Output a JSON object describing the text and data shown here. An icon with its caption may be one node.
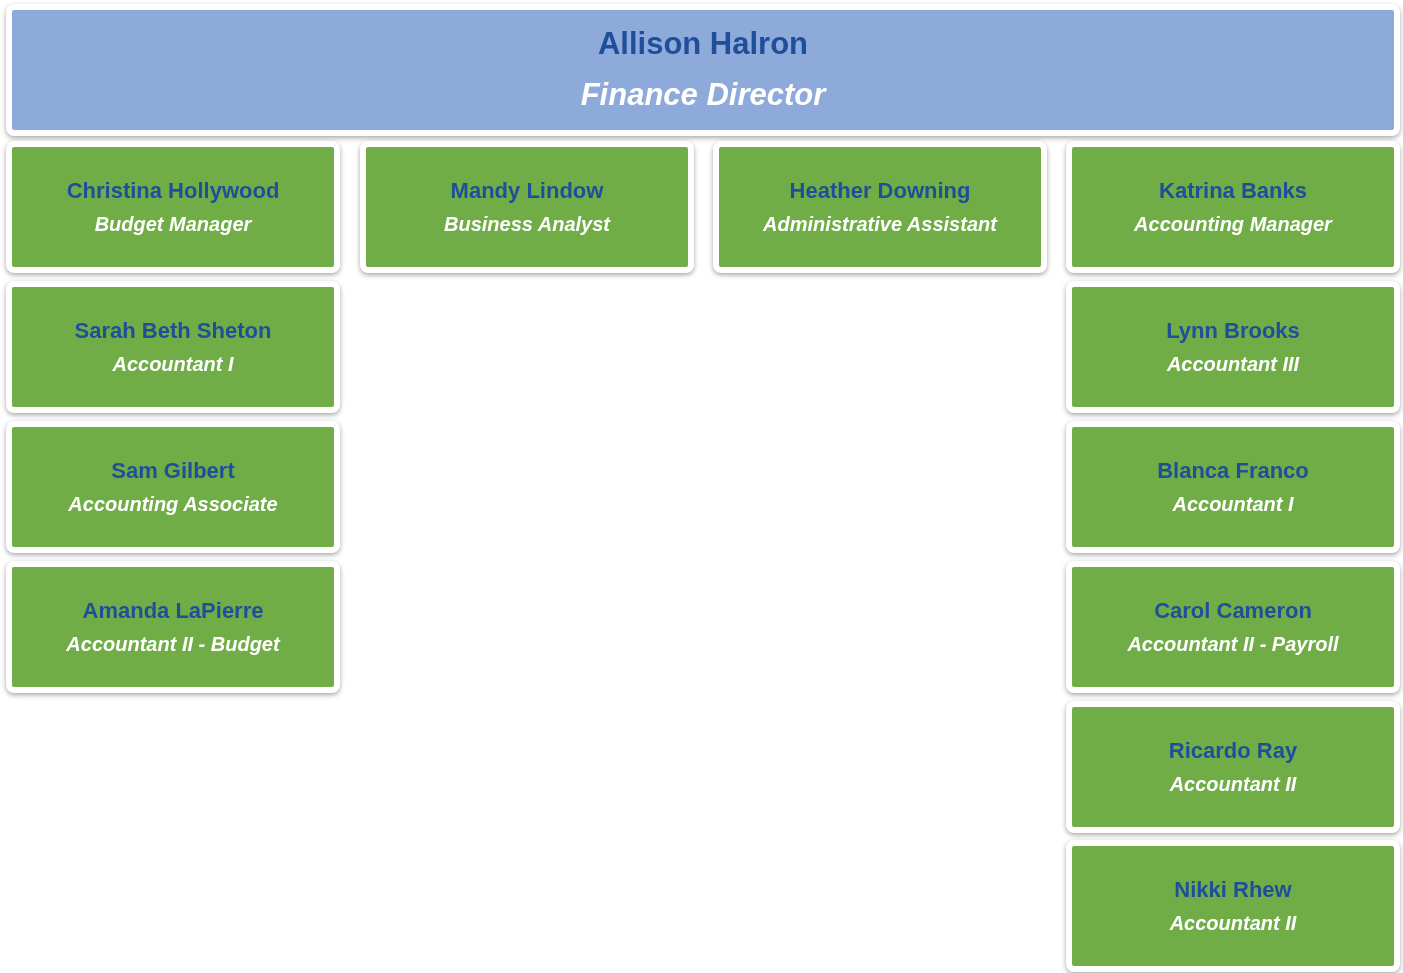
{
  "diagram": {
    "nodes": [
      {
        "text": [
          "Allison Halron",
          "Finance Director"
        ]
      },
      {
        "text": [
          "Christina Hollywood",
          "Budget Manager"
        ]
      },
      {
        "text": [
          "Mandy Lindow",
          "Business Analyst"
        ]
      },
      {
        "text": [
          "Heather Downing",
          "Administrative Assistant"
        ]
      },
      {
        "text": [
          "Katrina Banks",
          "Accounting Manager"
        ]
      },
      {
        "text": [
          "Sarah Beth Sheton",
          "Accountant I"
        ]
      },
      {
        "text": [
          "Lynn Brooks",
          "Accountant III"
        ]
      },
      {
        "text": [
          "Sam Gilbert",
          "Accounting Associate"
        ]
      },
      {
        "text": [
          "Blanca Franco",
          "Accountant I"
        ]
      },
      {
        "text": [
          "Amanda LaPierre",
          "Accountant II - Budget"
        ]
      },
      {
        "text": [
          "Carol Cameron",
          "Accountant II - Payroll"
        ]
      },
      {
        "text": [
          "Ricardo Ray",
          "Accountant II"
        ]
      },
      {
        "text": [
          "Nikki Rhew",
          "Accountant II"
        ]
      }
    ]
  }
}
